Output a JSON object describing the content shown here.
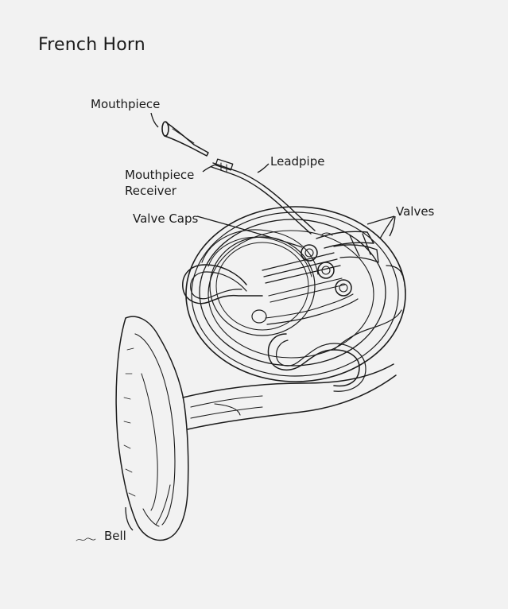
{
  "diagram": {
    "title": "French Horn",
    "labels": {
      "mouthpiece": "Mouthpiece",
      "leadpipe": "Leadpipe",
      "mouthpiece_receiver_line1": "Mouthpiece",
      "mouthpiece_receiver_line2": "Receiver",
      "valve_caps": "Valve Caps",
      "valves": "Valves",
      "bell": "Bell"
    }
  }
}
